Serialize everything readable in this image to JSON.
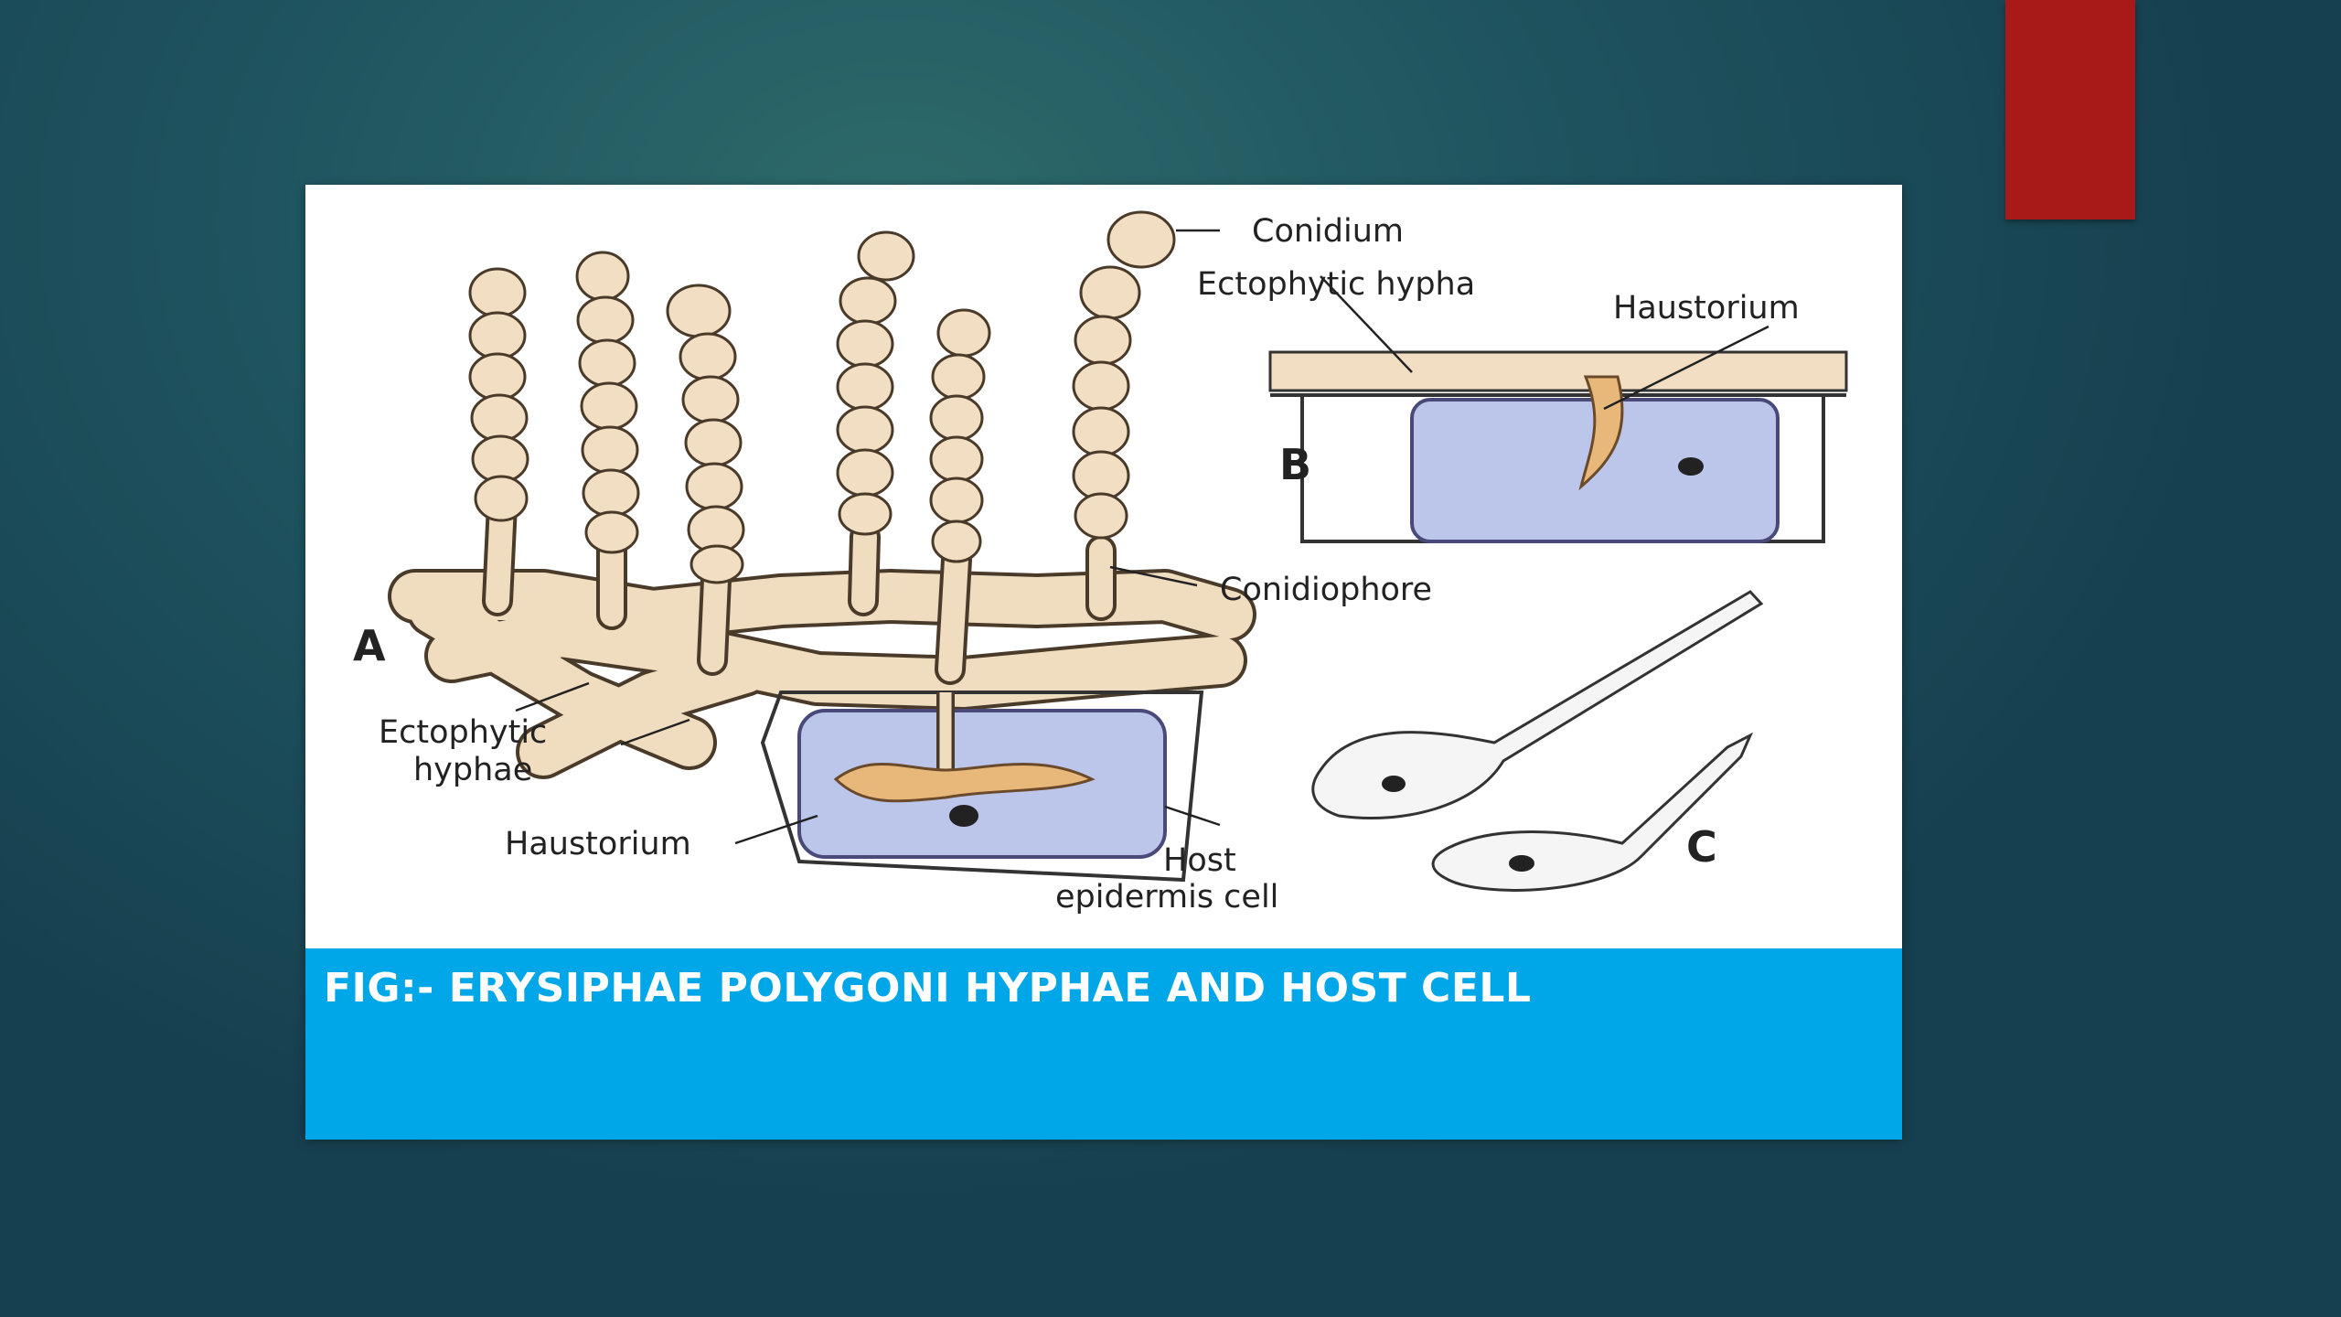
{
  "caption": {
    "text": "FIG:- ERYSIPHAE POLYGONI HYPHAE AND HOST CELL"
  },
  "labels": {
    "conidium": "Conidium",
    "ectophytic_hypha": "Ectophytic hypha",
    "haustorium_b": "Haustorium",
    "panel_b": "B",
    "conidiophore": "Conidiophore",
    "panel_a": "A",
    "ectophytic_hyphae_line1": "Ectophytic",
    "ectophytic_hyphae_line2": "hyphae",
    "haustorium_a": "Haustorium",
    "host_line1": "Host",
    "host_line2": "epidermis cell",
    "panel_c": "C"
  },
  "colors": {
    "background": "#1f5560",
    "accent_tab": "#a81a17",
    "caption_bar": "#00a7e8",
    "caption_text": "#ffffff"
  }
}
